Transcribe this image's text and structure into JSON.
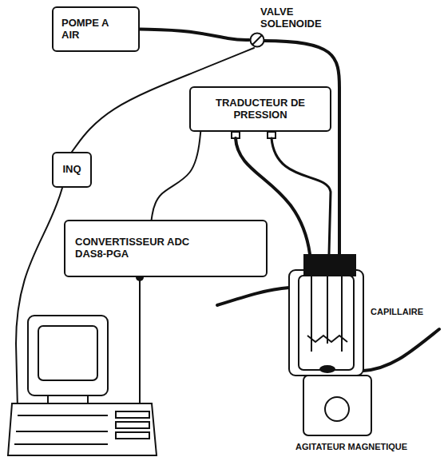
{
  "diagram": {
    "nodes": [
      {
        "text": [
          "POMPE A AIR"
        ]
      },
      {
        "text": [
          "VALVE SOLENOIDE"
        ]
      },
      {
        "text": [
          "TRADUCTEUR DE PRESSION"
        ]
      },
      {
        "text": [
          "INQ"
        ]
      },
      {
        "text": [
          "CONVERTISSEUR ADC DAS8-PGA"
        ]
      }
    ],
    "edges": [
      {
        "from": 0,
        "to": 1,
        "arrow": "none"
      },
      {
        "from": 1,
        "to": 3,
        "arrow": "none"
      },
      {
        "from": 2,
        "to": 4,
        "arrow": "none"
      }
    ],
    "labels": [
      "CAPILLAIRE",
      "AGITATEUR MAGNETIQUE"
    ]
  }
}
